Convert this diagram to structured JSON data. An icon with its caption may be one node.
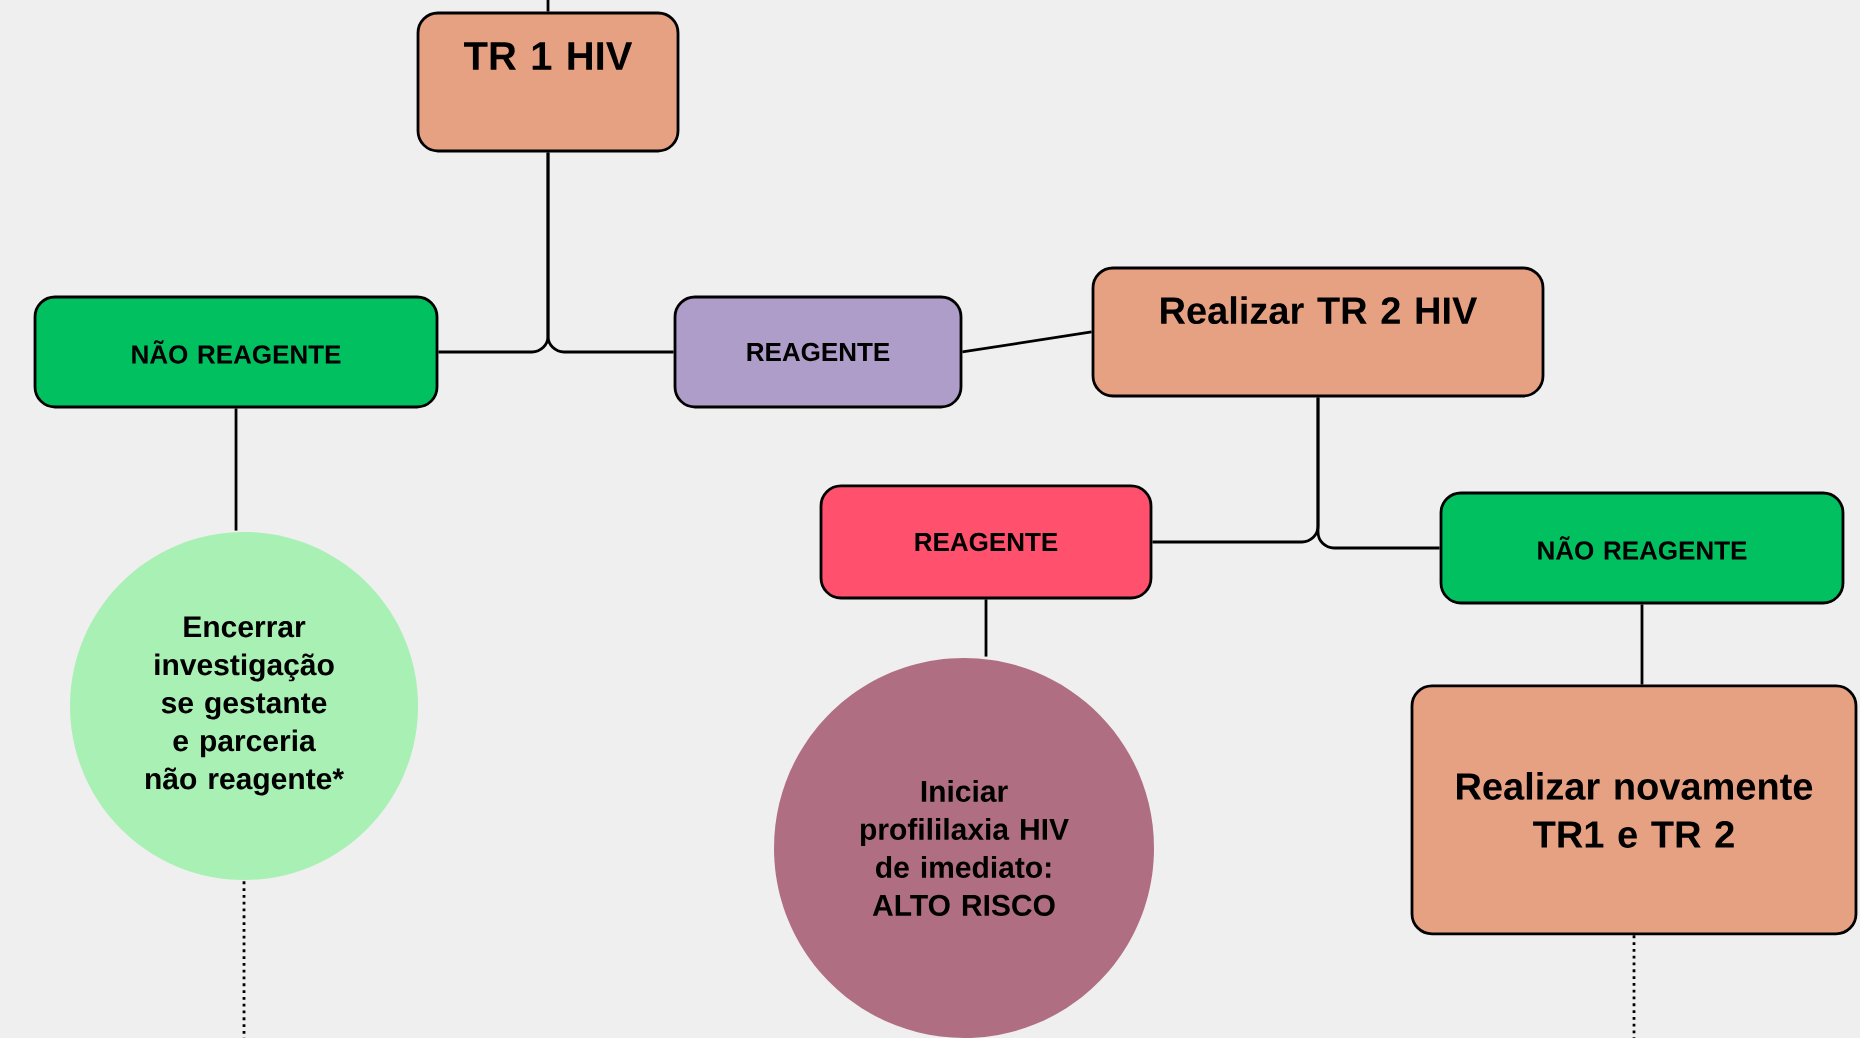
{
  "diagram": {
    "nodes": [
      {
        "text": [
          "TR 1 HIV"
        ]
      },
      {
        "text": [
          "NÃO REAGENTE"
        ]
      },
      {
        "text": [
          "REAGENTE"
        ]
      },
      {
        "text": [
          "Realizar TR 2 HIV"
        ]
      },
      {
        "text": [
          "REAGENTE"
        ]
      },
      {
        "text": [
          "NÃO REAGENTE"
        ]
      },
      {
        "text": [
          "Encerrar investigação se gestante e parceria não reagente*"
        ]
      },
      {
        "text": [
          "Iniciar profililaxia HIV de imediato: ALTO RISCO"
        ]
      },
      {
        "text": [
          "Realizar novamente TR1 e TR 2"
        ]
      }
    ],
    "edges": [
      {
        "from": null,
        "to": 0,
        "arrow": "none"
      },
      {
        "from": 0,
        "to": 1,
        "arrow": "none"
      },
      {
        "from": 0,
        "to": 2,
        "arrow": "none"
      },
      {
        "from": 2,
        "to": 3,
        "arrow": "none"
      },
      {
        "from": 3,
        "to": 4,
        "arrow": "none"
      },
      {
        "from": 3,
        "to": 5,
        "arrow": "none"
      },
      {
        "from": 1,
        "to": 6,
        "arrow": "none"
      },
      {
        "from": 4,
        "to": 7,
        "arrow": "none"
      },
      {
        "from": 5,
        "to": 8,
        "arrow": "none"
      },
      {
        "from": 6,
        "to": null,
        "arrow": "none",
        "style": "dashed"
      },
      {
        "from": 8,
        "to": null,
        "arrow": "none",
        "style": "dashed"
      }
    ]
  }
}
